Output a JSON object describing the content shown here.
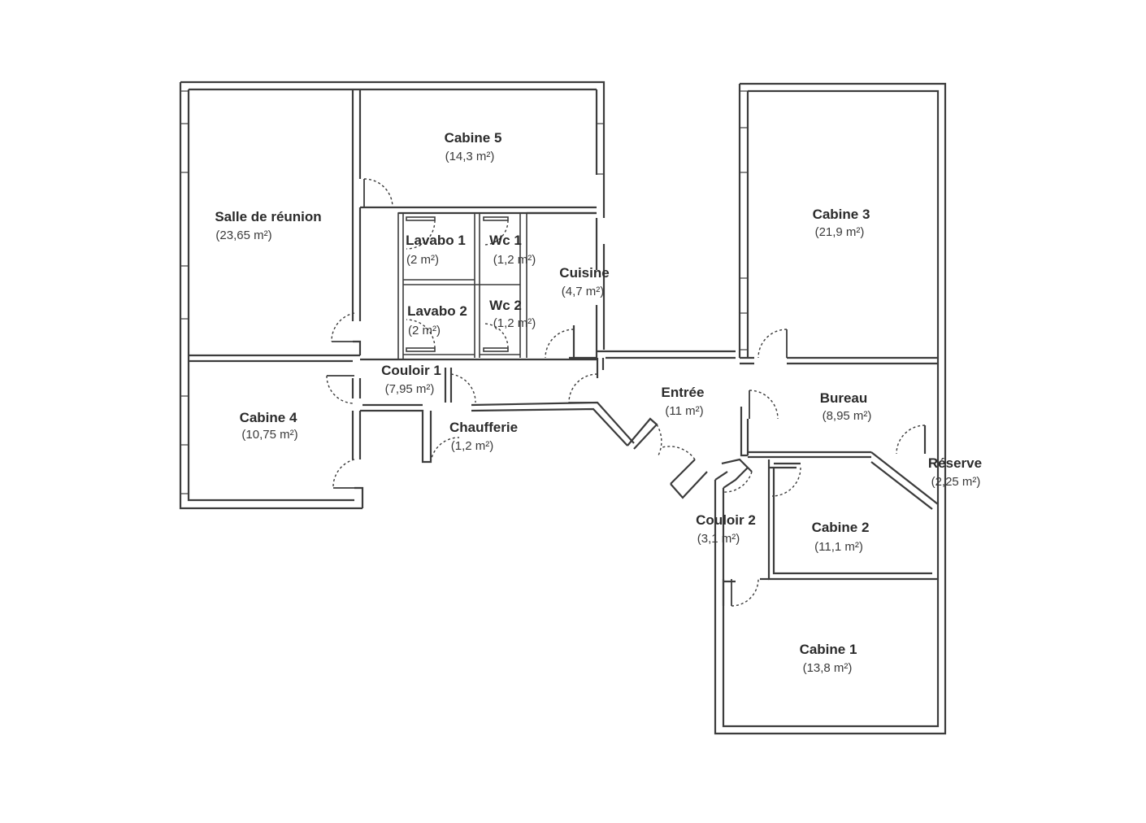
{
  "rooms": [
    {
      "id": "salle-de-reunion",
      "name": "Salle de réunion",
      "area": "(23,65 m²)"
    },
    {
      "id": "cabine-5",
      "name": "Cabine 5",
      "area": "(14,3 m²)"
    },
    {
      "id": "lavabo-1",
      "name": "Lavabo 1",
      "area": "(2 m²)"
    },
    {
      "id": "wc-1",
      "name": "Wc 1",
      "area": "(1,2 m²)"
    },
    {
      "id": "lavabo-2",
      "name": "Lavabo 2",
      "area": "(2 m²)"
    },
    {
      "id": "wc-2",
      "name": "Wc 2",
      "area": "(1,2 m²)"
    },
    {
      "id": "cuisine",
      "name": "Cuisine",
      "area": "(4,7 m²)"
    },
    {
      "id": "couloir-1",
      "name": "Couloir 1",
      "area": "(7,95 m²)"
    },
    {
      "id": "cabine-4",
      "name": "Cabine 4",
      "area": "(10,75 m²)"
    },
    {
      "id": "chaufferie",
      "name": "Chaufferie",
      "area": "(1,2 m²)"
    },
    {
      "id": "entree",
      "name": "Entrée",
      "area": "(11 m²)"
    },
    {
      "id": "cabine-3",
      "name": "Cabine 3",
      "area": "(21,9 m²)"
    },
    {
      "id": "bureau",
      "name": "Bureau",
      "area": "(8,95 m²)"
    },
    {
      "id": "reserve",
      "name": "Réserve",
      "area": "(2,25 m²)"
    },
    {
      "id": "couloir-2",
      "name": "Couloir 2",
      "area": "(3,1 m²)"
    },
    {
      "id": "cabine-2",
      "name": "Cabine 2",
      "area": "(11,1 m²)"
    },
    {
      "id": "cabine-1",
      "name": "Cabine 1",
      "area": "(13,8 m²)"
    }
  ]
}
